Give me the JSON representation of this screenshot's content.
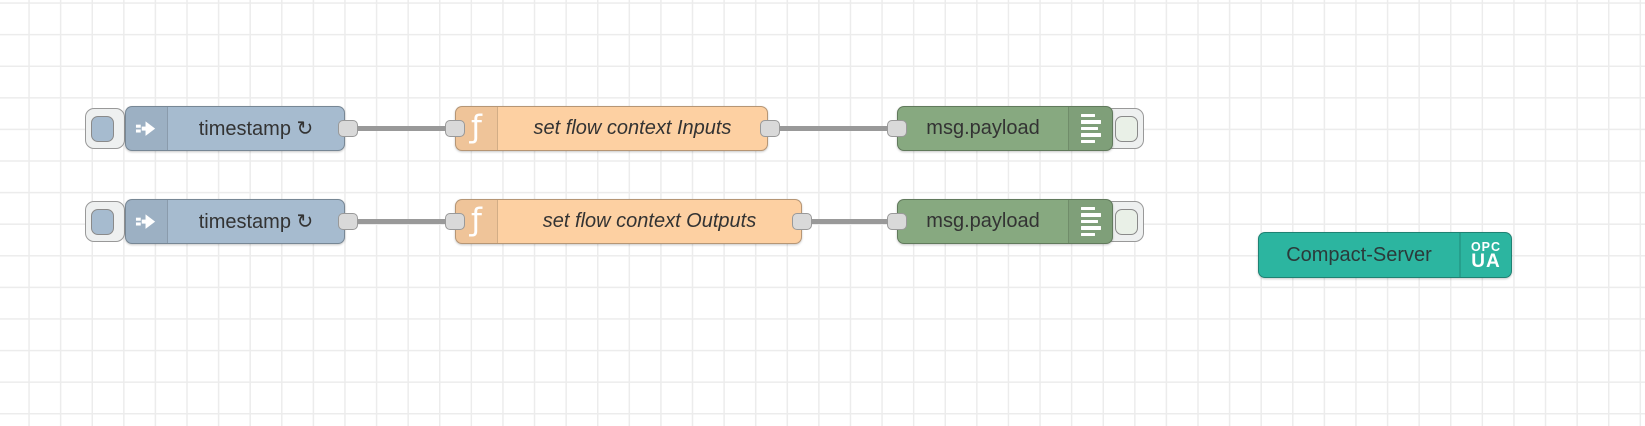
{
  "colors": {
    "inject": "#a6bbcf",
    "function": "#fdd0a2",
    "debug": "#87a980",
    "server": "#2cb5a0",
    "wire": "#999999",
    "grid": "#ececec",
    "bg": "#ffffff",
    "text": "#333333"
  },
  "nodes": {
    "inject1": {
      "label": "timestamp ↻"
    },
    "inject2": {
      "label": "timestamp ↻"
    },
    "function1": {
      "label": "set flow context Inputs"
    },
    "function2": {
      "label": "set flow context Outputs"
    },
    "debug1": {
      "label": "msg.payload"
    },
    "debug2": {
      "label": "msg.payload"
    },
    "server": {
      "label": "Compact-Server",
      "badge_line1": "OPC",
      "badge_line2": "UA"
    }
  },
  "icons": {
    "function_glyph": "ƒ"
  }
}
